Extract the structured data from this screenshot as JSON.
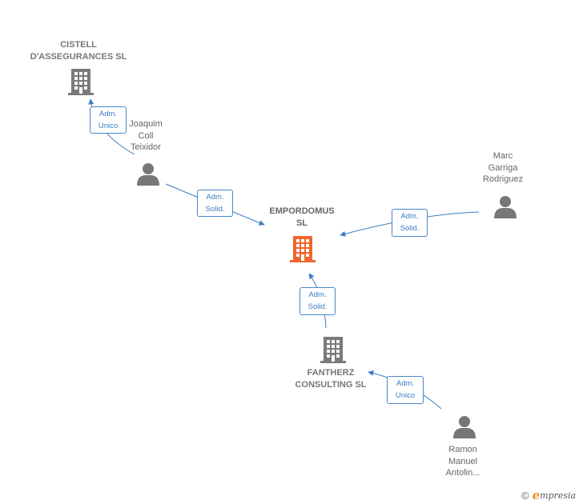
{
  "colors": {
    "edge": "#3b7dc4",
    "company_icon": "#7a7a7a",
    "focal_icon": "#f26631",
    "person_icon": "#777777",
    "label_border": "#4a86c8"
  },
  "nodes": {
    "cistell": {
      "line1": "CISTELL",
      "line2": "D'ASSEGURANCES SL",
      "icon": "building-icon"
    },
    "emporodomus": {
      "line1": "EMPORDOMUS",
      "line2": "SL",
      "icon": "building-icon"
    },
    "fantherz": {
      "line1": "FANTHERZ",
      "line2": "CONSULTING SL",
      "icon": "building-icon"
    },
    "joaquim": {
      "line1": "Joaquim",
      "line2": "Coll",
      "line3": "Teixidor",
      "icon": "person-icon"
    },
    "marc": {
      "line1": "Marc",
      "line2": "Garriga",
      "line3": "Rodriguez",
      "icon": "person-icon"
    },
    "ramon": {
      "line1": "Ramon",
      "line2": "Manuel",
      "line3": "Antolin...",
      "icon": "person-icon"
    }
  },
  "relations": {
    "joaquim_cistell": {
      "line1": "Adm.",
      "line2": "Unico"
    },
    "joaquim_empordomus": {
      "line1": "Adm.",
      "line2": "Solid."
    },
    "marc_empordomus": {
      "line1": "Adm.",
      "line2": "Solid."
    },
    "fantherz_empordomus": {
      "line1": "Adm.",
      "line2": "Solid."
    },
    "ramon_fantherz": {
      "line1": "Adm.",
      "line2": "Unico"
    }
  },
  "footer": {
    "copyright": "©",
    "brand_initial": "e",
    "brand_rest": "mpresia"
  }
}
